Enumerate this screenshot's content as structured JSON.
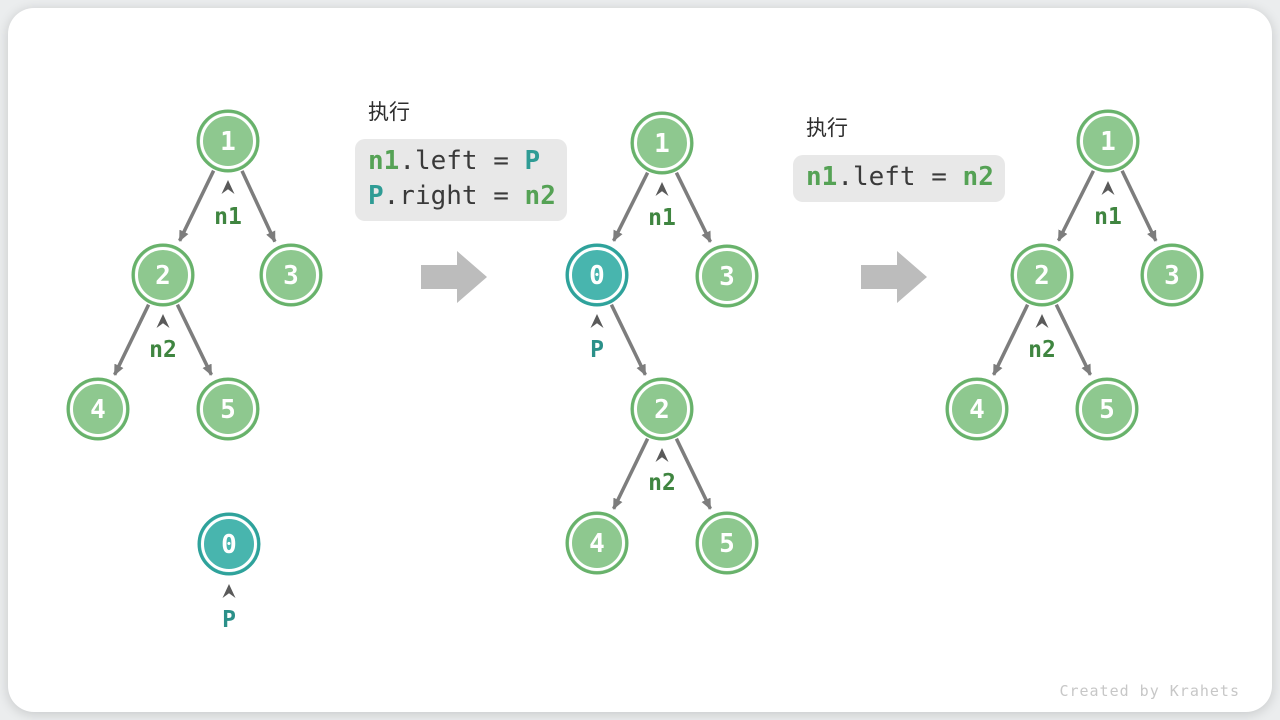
{
  "watermark": {
    "text": "Created by Krahets"
  },
  "panels": [
    {
      "title": "执行",
      "lines": [
        {
          "tokens": [
            {
              "text": "n1"
            },
            {
              "text": ".left = "
            },
            {
              "text": "P"
            }
          ]
        },
        {
          "tokens": [
            {
              "text": "P"
            },
            {
              "text": ".right = "
            },
            {
              "text": "n2"
            }
          ]
        }
      ]
    },
    {
      "title": "执行",
      "lines": [
        {
          "tokens": [
            {
              "text": "n1"
            },
            {
              "text": ".left = "
            },
            {
              "text": "n2"
            }
          ]
        }
      ]
    }
  ],
  "trees": [
    {
      "name": "before-insert",
      "nodes": [
        {
          "value": "1"
        },
        {
          "value": "2"
        },
        {
          "value": "3"
        },
        {
          "value": "4"
        },
        {
          "value": "5"
        },
        {
          "value": "0"
        }
      ],
      "edges": [
        "1->2",
        "1->3",
        "2->4",
        "2->5"
      ],
      "pointers": [
        {
          "label": "n1"
        },
        {
          "label": "n2"
        },
        {
          "label": "P"
        }
      ]
    },
    {
      "name": "after-insert",
      "nodes": [
        {
          "value": "1"
        },
        {
          "value": "0"
        },
        {
          "value": "3"
        },
        {
          "value": "2"
        },
        {
          "value": "4"
        },
        {
          "value": "5"
        }
      ],
      "edges": [
        "1->0",
        "1->3",
        "0->2",
        "2->4",
        "2->5"
      ],
      "pointers": [
        {
          "label": "n1"
        },
        {
          "label": "P"
        },
        {
          "label": "n2"
        }
      ]
    },
    {
      "name": "after-remove",
      "nodes": [
        {
          "value": "1"
        },
        {
          "value": "2"
        },
        {
          "value": "3"
        },
        {
          "value": "4"
        },
        {
          "value": "5"
        }
      ],
      "edges": [
        "1->2",
        "1->3",
        "2->4",
        "2->5"
      ],
      "pointers": [
        {
          "label": "n1"
        },
        {
          "label": "n2"
        }
      ]
    }
  ],
  "colors": {
    "node_green_fill": "#8ec88f",
    "node_green_border": "#68b26b",
    "node_teal_fill": "#48b5ae",
    "node_teal_border": "#2fa29b",
    "edge_gray": "#7d7d7d",
    "pointer_green": "#3f8540",
    "pointer_teal": "#2b9089",
    "code_background": "#e8e8e8",
    "code_text": "#3a3a3a",
    "code_green": "#55a255",
    "code_teal": "#2f9c95",
    "flow_arrow_gray": "#bcbcbc",
    "canvas_background": "#ffffff"
  }
}
